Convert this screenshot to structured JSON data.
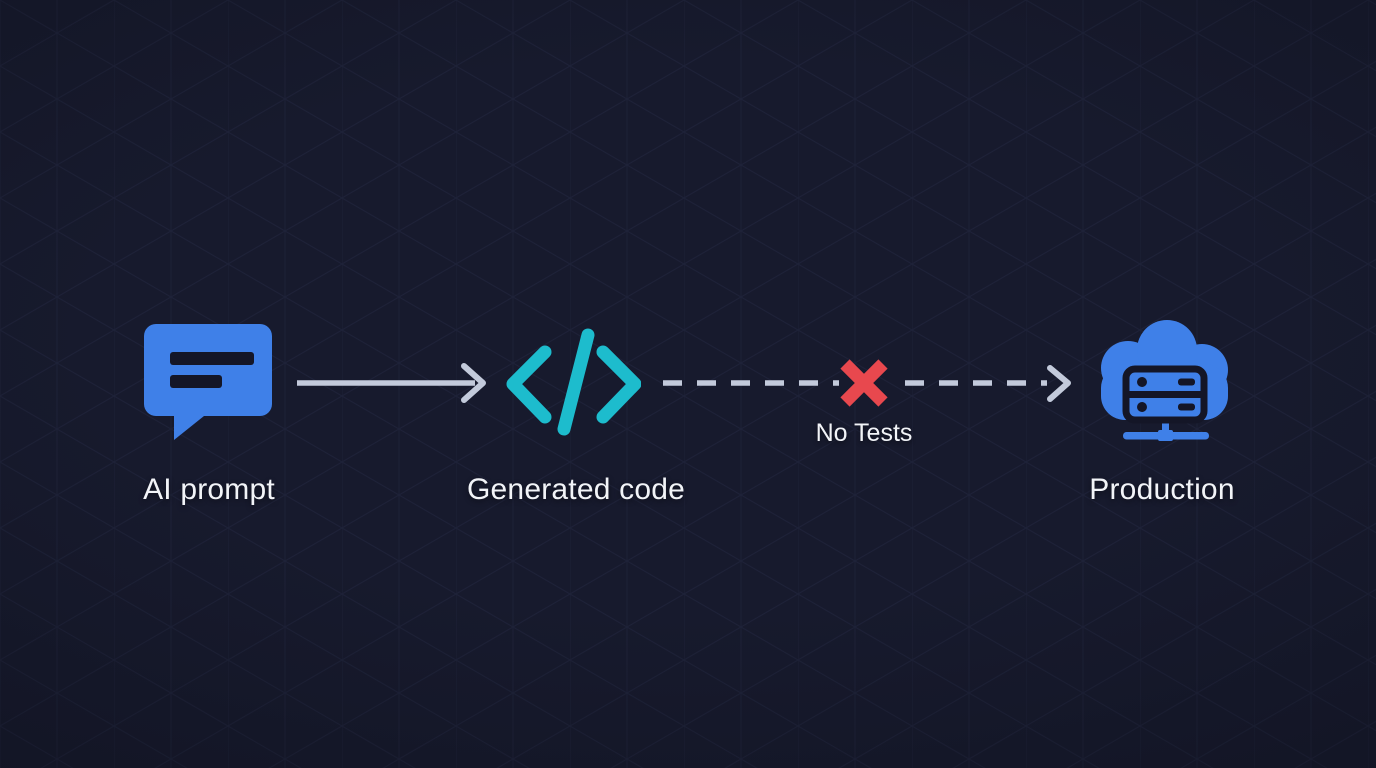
{
  "diagram": {
    "description": "Flow diagram: AI prompt to Generated code to Production with no tests in between",
    "nodes": [
      {
        "id": "ai-prompt",
        "label": "AI prompt",
        "icon": "chat-bubble-icon",
        "icon_color": "#3f80e8"
      },
      {
        "id": "generated-code",
        "label": "Generated code",
        "icon": "code-icon",
        "icon_color": "#1dbccd"
      },
      {
        "id": "production",
        "label": "Production",
        "icon": "cloud-server-icon",
        "icon_color": "#3f80e8"
      }
    ],
    "connectors": [
      {
        "from": "ai-prompt",
        "to": "generated-code",
        "style": "solid-arrow",
        "color": "#c3cadb"
      },
      {
        "from": "generated-code",
        "to": "production",
        "style": "dashed-arrow",
        "color": "#c3cadb",
        "blocked": true,
        "blocker_icon": "x-icon",
        "blocker_color": "#e8484e",
        "blocker_label": "No Tests"
      }
    ],
    "colors": {
      "background": "#171a2d",
      "pattern_line": "#3d4471",
      "accent_blue": "#3f80e8",
      "accent_teal": "#1dbccd",
      "error_red": "#e8484e",
      "connector": "#c3cadb",
      "text": "#f2f4f8",
      "icon_cutout": "#141627"
    }
  }
}
